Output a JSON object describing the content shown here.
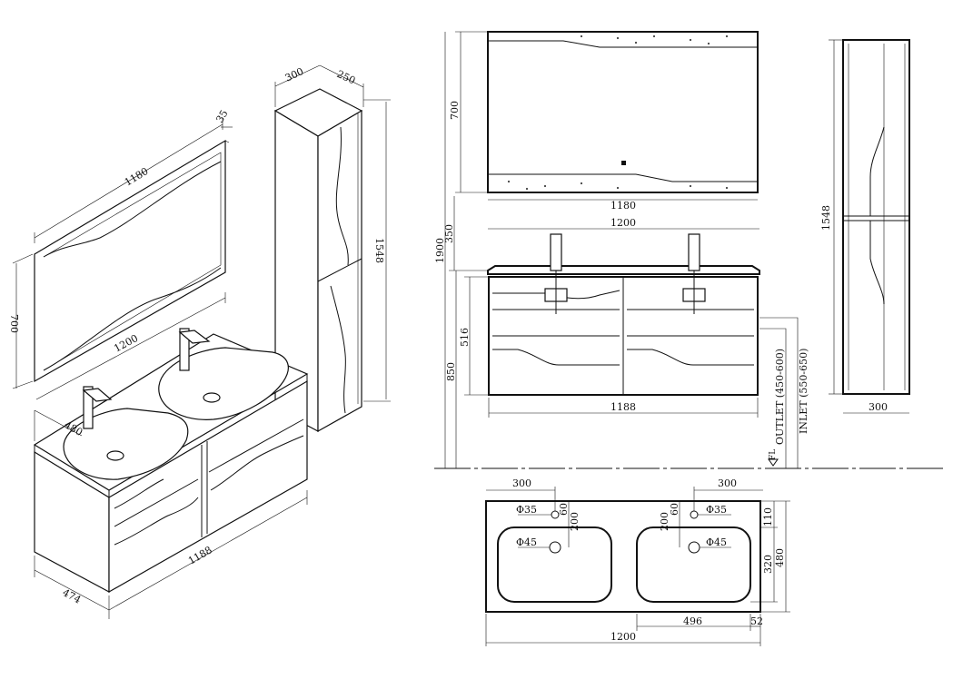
{
  "iso": {
    "mirror_width": "1180",
    "mirror_depth": "35",
    "mirror_height": "700",
    "mirror_lower": "1200",
    "column_depth": "300",
    "column_width": "250",
    "column_height": "1548",
    "vanity_depth_basin": "480",
    "vanity_width": "1188",
    "vanity_depth": "474"
  },
  "front": {
    "mirror_height": "700",
    "mirror_width": "1180",
    "total_height": "1900",
    "gap_height": "350",
    "vanity_top_width": "1200",
    "cabinet_height": "516",
    "floor_to_top": "850",
    "cabinet_width": "1188",
    "outlet": "OUTLET (450-600)",
    "inlet": "INLET (550-650)",
    "floor_mark": "FL"
  },
  "side": {
    "height": "1548",
    "width": "300"
  },
  "plan": {
    "left_offset": "300",
    "right_offset": "300",
    "tap_hole": "Φ35",
    "drain_hole": "Φ45",
    "tap_to_edge": "60",
    "tap_to_drain": "200",
    "tap_to_edge_r": "60",
    "tap_to_drain_r": "200",
    "back_to_tap": "110",
    "basin_depth": "320",
    "total_depth": "480",
    "basin_width": "496",
    "edge_gap": "52",
    "total_width": "1200"
  }
}
